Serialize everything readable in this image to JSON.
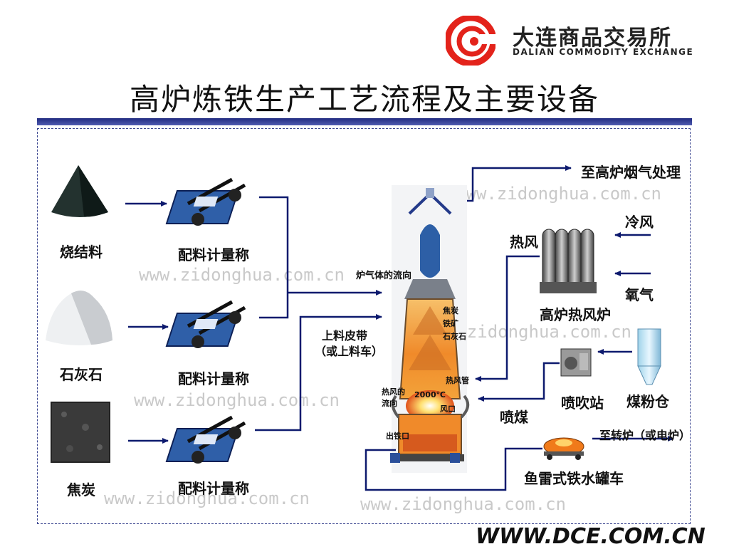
{
  "header": {
    "logo_cn": "大连商品交易所",
    "logo_en": "DALIAN COMMODITY EXCHANGE",
    "title": "高炉炼铁生产工艺流程及主要设备"
  },
  "materials": [
    {
      "name": "烧结料"
    },
    {
      "name": "石灰石"
    },
    {
      "name": "焦炭"
    }
  ],
  "scales": [
    {
      "label": "配料计量称"
    },
    {
      "label": "配料计量称"
    },
    {
      "label": "配料计量称"
    }
  ],
  "conveyor": {
    "line1": "上料皮带",
    "line2": "（或上料车）"
  },
  "furnace": {
    "gas_flow": "炉气体的流向",
    "coke": "焦炭",
    "ore": "铁矿",
    "limestone": "石灰石",
    "tuyere_pipe": "热风管",
    "hot_air_dir_1": "热风的",
    "hot_air_dir_2": "流向",
    "temperature": "2000℃",
    "tuyere": "风口",
    "tap_hole": "出铁口"
  },
  "flow": {
    "exhaust": "至高炉烟气处理",
    "cold_wind": "冷风",
    "hot_wind": "热风",
    "oxygen": "氧气",
    "stove": "高炉热风炉",
    "coal_injection": "喷煤",
    "injection_station": "喷吹站",
    "coal_bin": "煤粉仓",
    "to_converter": "至转炉（或电炉）",
    "torpedo_car": "鱼雷式铁水罐车"
  },
  "watermark": "www.zidonghua.com.cn",
  "footer": {
    "url": "WWW.DCE.COM.CN"
  },
  "colors": {
    "arrow": "#0d1a6e",
    "furnace": "#f3a33a",
    "logo_red": "#e3231b"
  }
}
